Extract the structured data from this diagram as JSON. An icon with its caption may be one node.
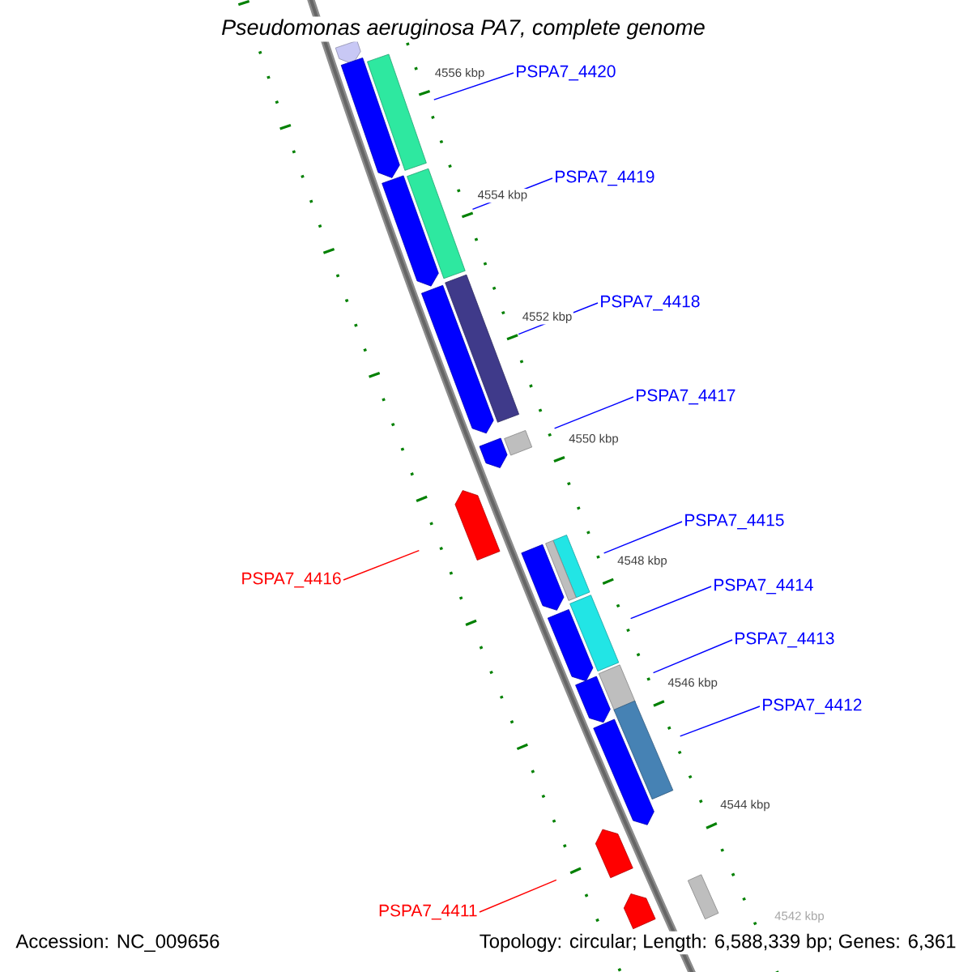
{
  "diagram": {
    "title": "Pseudomonas aeruginosa PA7, complete genome",
    "nodes": [
      {
        "text": [
          "PSPA7_4420"
        ]
      },
      {
        "text": [],
        "shape": "bar"
      },
      {
        "text": [
          "PSPA7_4419"
        ]
      },
      {
        "text": [],
        "shape": "bar"
      },
      {
        "text": [
          "PSPA7_4418"
        ]
      },
      {
        "text": [],
        "shape": "bar"
      },
      {
        "text": [
          "PSPA7_4417"
        ]
      },
      {
        "text": [],
        "shape": "bar"
      },
      {
        "text": [
          "PSPA7_4415"
        ]
      },
      {
        "text": [],
        "shape": "bar"
      },
      {
        "text": [
          "PSPA7_4416"
        ]
      },
      {
        "text": [],
        "shape": "pentagon"
      },
      {
        "text": [
          "PSPA7_4414"
        ]
      },
      {
        "text": [],
        "shape": "bar"
      },
      {
        "text": [
          "PSPA7_4413"
        ]
      },
      {
        "text": [],
        "shape": "bar"
      },
      {
        "text": [
          "PSPA7_4412"
        ]
      },
      {
        "text": [],
        "shape": "bar"
      },
      {
        "text": [
          "PSPA7_4411"
        ]
      },
      {
        "text": [],
        "shape": "pentagon"
      },
      {
        "text": [],
        "shape": "pentagon"
      },
      {
        "text": [],
        "shape": "pentagon"
      },
      {
        "text": [],
        "shape": "pentagon"
      },
      {
        "text": [],
        "shape": "pentagon"
      },
      {
        "text": [],
        "shape": "pentagon"
      },
      {
        "text": [],
        "shape": "pentagon"
      },
      {
        "text": [],
        "shape": "pentagon"
      },
      {
        "text": [],
        "shape": "pentagon"
      },
      {
        "text": [],
        "shape": "pentagon"
      },
      {
        "text": [],
        "shape": "pentagon"
      },
      {
        "text": [],
        "shape": "bar"
      },
      {
        "text": [],
        "shape": "bar"
      }
    ],
    "edges": [
      {
        "from": 0,
        "to": 1,
        "arrow": "none"
      },
      {
        "from": 2,
        "to": 3,
        "arrow": "none"
      },
      {
        "from": 4,
        "to": 5,
        "arrow": "none"
      },
      {
        "from": 6,
        "to": 7,
        "arrow": "none"
      },
      {
        "from": 8,
        "to": 9,
        "arrow": "none"
      },
      {
        "from": 10,
        "to": 11,
        "arrow": "none",
        "color": "#ff0000"
      },
      {
        "from": 12,
        "to": 13,
        "arrow": "none"
      },
      {
        "from": 14,
        "to": 15,
        "arrow": "none"
      },
      {
        "from": 16,
        "to": 17,
        "arrow": "none"
      },
      {
        "from": 18,
        "to": 19,
        "arrow": "none",
        "color": "#ff0000"
      }
    ],
    "labels": [
      "4556 kbp",
      "4554 kbp",
      "4552 kbp",
      "4550 kbp",
      "4548 kbp",
      "4546 kbp",
      "4544 kbp",
      "4542 kbp",
      "Accession: NC_009656",
      "Topology: circular; Length: 6,588,339 bp; Genes: 6,361"
    ]
  }
}
